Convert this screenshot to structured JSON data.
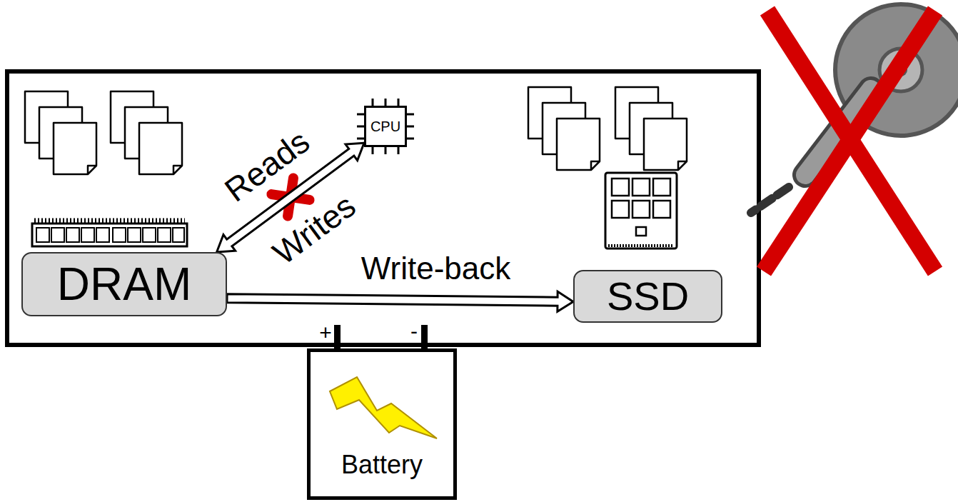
{
  "diagram": {
    "nodes": [
      {
        "text": [
          "CPU"
        ]
      },
      {
        "text": [
          "DRAM"
        ]
      },
      {
        "text": [
          "SSD"
        ]
      },
      {
        "text": [
          "Battery"
        ]
      }
    ],
    "edges": [
      {
        "from": 1,
        "to": 0,
        "label": "Reads",
        "arrow": "both"
      },
      {
        "from": 1,
        "to": 2,
        "label": "Write-back",
        "arrow": "to"
      }
    ],
    "labels": [
      "Writes",
      "+",
      "-"
    ]
  }
}
